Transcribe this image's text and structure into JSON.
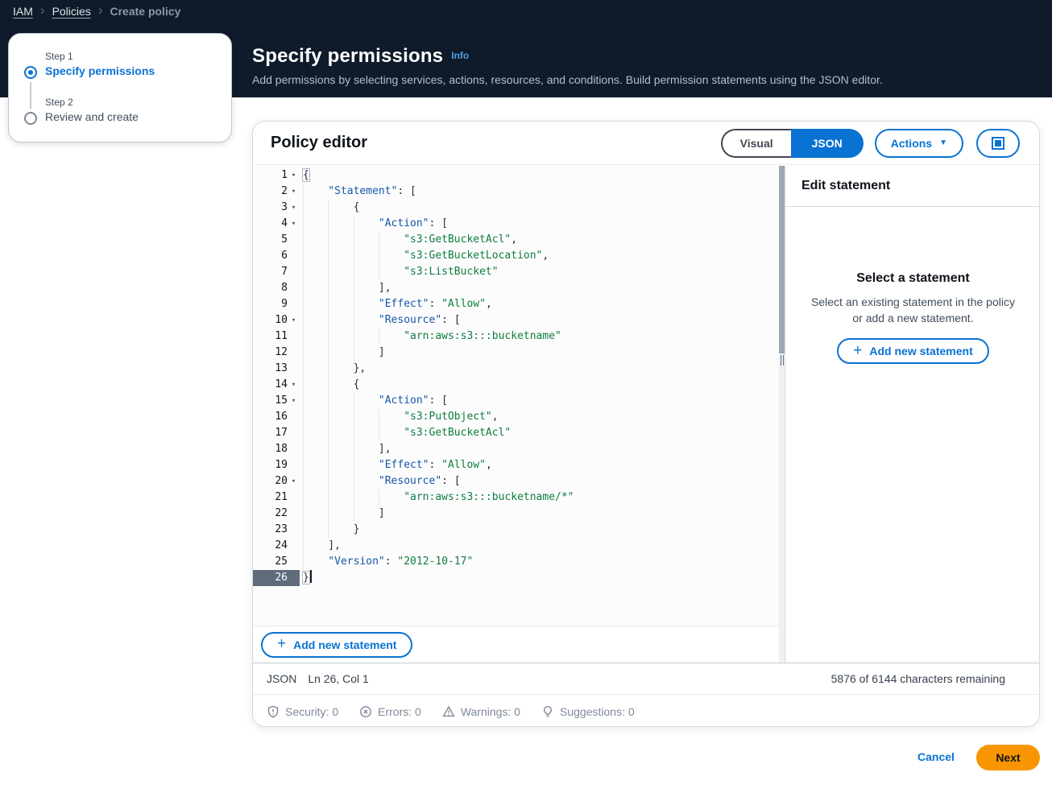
{
  "breadcrumb": {
    "items": [
      {
        "label": "IAM",
        "type": "link"
      },
      {
        "label": "Policies",
        "type": "link"
      },
      {
        "label": "Create policy",
        "type": "current"
      }
    ],
    "separator_icon": "chevron-right-icon"
  },
  "steps": {
    "step1_label": "Step 1",
    "step1_title": "Specify permissions",
    "step2_label": "Step 2",
    "step2_title": "Review and create"
  },
  "page_header": {
    "title": "Specify permissions",
    "info_label": "Info",
    "subtitle": "Add permissions by selecting services, actions, resources, and conditions. Build permission statements using the JSON editor."
  },
  "policy_editor": {
    "title": "Policy editor",
    "visual_tab": "Visual",
    "json_tab": "JSON",
    "actions_button": "Actions",
    "expand_icon": "window-expand-icon",
    "add_statement_button": "Add new statement",
    "status_bar": {
      "language": "JSON",
      "cursor_position": "Ln 26, Col 1",
      "characters_remaining": "5876 of 6144 characters remaining"
    },
    "issues": [
      {
        "icon": "shield-alert-icon",
        "label": "Security: 0"
      },
      {
        "icon": "error-circle-icon",
        "label": "Errors: 0"
      },
      {
        "icon": "warning-triangle-icon",
        "label": "Warnings: 0"
      },
      {
        "icon": "lightbulb-icon",
        "label": "Suggestions: 0"
      }
    ],
    "code_lines": [
      {
        "n": 1,
        "fold": true,
        "indent": 0,
        "tokens": [
          [
            "p",
            "{",
            "m"
          ]
        ]
      },
      {
        "n": 2,
        "fold": true,
        "indent": 1,
        "tokens": [
          [
            "k",
            "\"Statement\""
          ],
          [
            "p",
            ": ["
          ]
        ]
      },
      {
        "n": 3,
        "fold": true,
        "indent": 2,
        "tokens": [
          [
            "p",
            "{"
          ]
        ]
      },
      {
        "n": 4,
        "fold": true,
        "indent": 3,
        "tokens": [
          [
            "k",
            "\"Action\""
          ],
          [
            "p",
            ": ["
          ]
        ]
      },
      {
        "n": 5,
        "fold": false,
        "indent": 4,
        "tokens": [
          [
            "s",
            "\"s3:GetBucketAcl\""
          ],
          [
            "p",
            ","
          ]
        ]
      },
      {
        "n": 6,
        "fold": false,
        "indent": 4,
        "tokens": [
          [
            "s",
            "\"s3:GetBucketLocation\""
          ],
          [
            "p",
            ","
          ]
        ]
      },
      {
        "n": 7,
        "fold": false,
        "indent": 4,
        "tokens": [
          [
            "s",
            "\"s3:ListBucket\""
          ]
        ]
      },
      {
        "n": 8,
        "fold": false,
        "indent": 3,
        "tokens": [
          [
            "p",
            "],"
          ]
        ]
      },
      {
        "n": 9,
        "fold": false,
        "indent": 3,
        "tokens": [
          [
            "k",
            "\"Effect\""
          ],
          [
            "p",
            ": "
          ],
          [
            "s",
            "\"Allow\""
          ],
          [
            "p",
            ","
          ]
        ]
      },
      {
        "n": 10,
        "fold": true,
        "indent": 3,
        "tokens": [
          [
            "k",
            "\"Resource\""
          ],
          [
            "p",
            ": ["
          ]
        ]
      },
      {
        "n": 11,
        "fold": false,
        "indent": 4,
        "tokens": [
          [
            "s",
            "\"arn:aws:s3:::bucketname\""
          ]
        ]
      },
      {
        "n": 12,
        "fold": false,
        "indent": 3,
        "tokens": [
          [
            "p",
            "]"
          ]
        ]
      },
      {
        "n": 13,
        "fold": false,
        "indent": 2,
        "tokens": [
          [
            "p",
            "},"
          ]
        ]
      },
      {
        "n": 14,
        "fold": true,
        "indent": 2,
        "tokens": [
          [
            "p",
            "{"
          ]
        ]
      },
      {
        "n": 15,
        "fold": true,
        "indent": 3,
        "tokens": [
          [
            "k",
            "\"Action\""
          ],
          [
            "p",
            ": ["
          ]
        ]
      },
      {
        "n": 16,
        "fold": false,
        "indent": 4,
        "tokens": [
          [
            "s",
            "\"s3:PutObject\""
          ],
          [
            "p",
            ","
          ]
        ]
      },
      {
        "n": 17,
        "fold": false,
        "indent": 4,
        "tokens": [
          [
            "s",
            "\"s3:GetBucketAcl\""
          ]
        ]
      },
      {
        "n": 18,
        "fold": false,
        "indent": 3,
        "tokens": [
          [
            "p",
            "],"
          ]
        ]
      },
      {
        "n": 19,
        "fold": false,
        "indent": 3,
        "tokens": [
          [
            "k",
            "\"Effect\""
          ],
          [
            "p",
            ": "
          ],
          [
            "s",
            "\"Allow\""
          ],
          [
            "p",
            ","
          ]
        ]
      },
      {
        "n": 20,
        "fold": true,
        "indent": 3,
        "tokens": [
          [
            "k",
            "\"Resource\""
          ],
          [
            "p",
            ": ["
          ]
        ]
      },
      {
        "n": 21,
        "fold": false,
        "indent": 4,
        "tokens": [
          [
            "s",
            "\"arn:aws:s3:::bucketname/*\""
          ]
        ]
      },
      {
        "n": 22,
        "fold": false,
        "indent": 3,
        "tokens": [
          [
            "p",
            "]"
          ]
        ]
      },
      {
        "n": 23,
        "fold": false,
        "indent": 2,
        "tokens": [
          [
            "p",
            "}"
          ]
        ]
      },
      {
        "n": 24,
        "fold": false,
        "indent": 1,
        "tokens": [
          [
            "p",
            "],"
          ]
        ]
      },
      {
        "n": 25,
        "fold": false,
        "indent": 1,
        "tokens": [
          [
            "k",
            "\"Version\""
          ],
          [
            "p",
            ": "
          ],
          [
            "s",
            "\"2012-10-17\""
          ]
        ]
      },
      {
        "n": 26,
        "fold": false,
        "indent": 0,
        "active": true,
        "cursor": true,
        "tokens": [
          [
            "p",
            "}",
            "m"
          ]
        ]
      }
    ]
  },
  "edit_statement_panel": {
    "title": "Edit statement",
    "empty_title": "Select a statement",
    "empty_description": "Select an existing statement in the policy or add a new statement.",
    "add_statement_button": "Add new statement"
  },
  "footer": {
    "cancel_button": "Cancel",
    "next_button": "Next"
  },
  "colors": {
    "header_navy": "#0f1b2a",
    "accent_blue": "#0972d3",
    "info_link_blue": "#539fe5",
    "next_orange": "#f89500",
    "code_key_blue": "#1656a7",
    "code_string_green": "#0e7c3f",
    "active_line_gutter": "#5f6b7a"
  }
}
